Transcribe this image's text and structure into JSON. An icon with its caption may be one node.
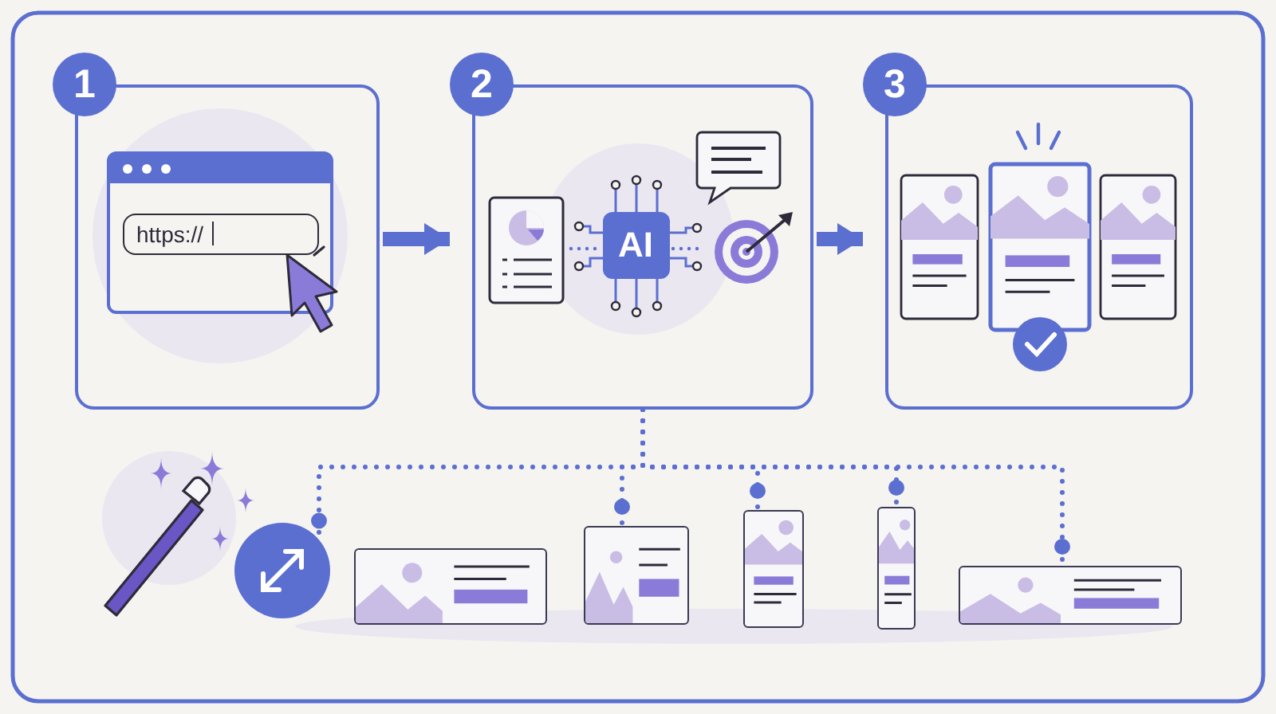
{
  "diagram": {
    "nodes": [
      {
        "text": [
          "1"
        ]
      },
      {
        "text": [
          "https://"
        ],
        "in": 0
      },
      {
        "text": [
          "2"
        ]
      },
      {
        "text": [
          "AI"
        ],
        "in": 2
      },
      {
        "text": [
          "3"
        ]
      },
      {
        "text": [],
        "shape": "circle"
      },
      {
        "text": [],
        "shape": "box"
      },
      {
        "text": [],
        "shape": "box"
      },
      {
        "text": [],
        "shape": "box"
      },
      {
        "text": [],
        "shape": "box"
      },
      {
        "text": [],
        "shape": "box"
      }
    ],
    "edges": [
      {
        "from": 0,
        "to": 2,
        "arrow": "to",
        "style": "thick"
      },
      {
        "from": 2,
        "to": 4,
        "arrow": "to",
        "style": "thick"
      },
      {
        "from": 2,
        "to": 5,
        "arrow": "other",
        "style": "dashed"
      },
      {
        "from": 2,
        "to": 7,
        "arrow": "other",
        "style": "dashed"
      },
      {
        "from": 2,
        "to": 8,
        "arrow": "other",
        "style": "dashed"
      },
      {
        "from": 2,
        "to": 9,
        "arrow": "other",
        "style": "dashed"
      },
      {
        "from": 2,
        "to": 10,
        "arrow": "other",
        "style": "dashed"
      }
    ]
  }
}
